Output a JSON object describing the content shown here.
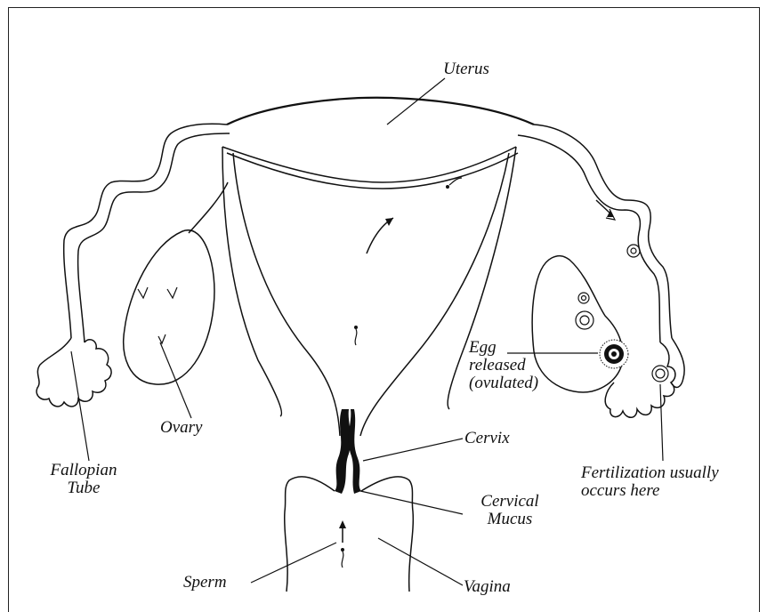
{
  "labels": {
    "uterus": "Uterus",
    "ovary": "Ovary",
    "fallopian_tube_line1": "Fallopian",
    "fallopian_tube_line2": "Tube",
    "egg_line1": "Egg",
    "egg_line2": "released",
    "egg_line3": "(ovulated)",
    "cervix": "Cervix",
    "cervical_mucus_line1": "Cervical",
    "cervical_mucus_line2": "Mucus",
    "sperm": "Sperm",
    "vagina": "Vagina",
    "fertilization_line1": "Fertilization usually",
    "fertilization_line2": "occurs here"
  }
}
